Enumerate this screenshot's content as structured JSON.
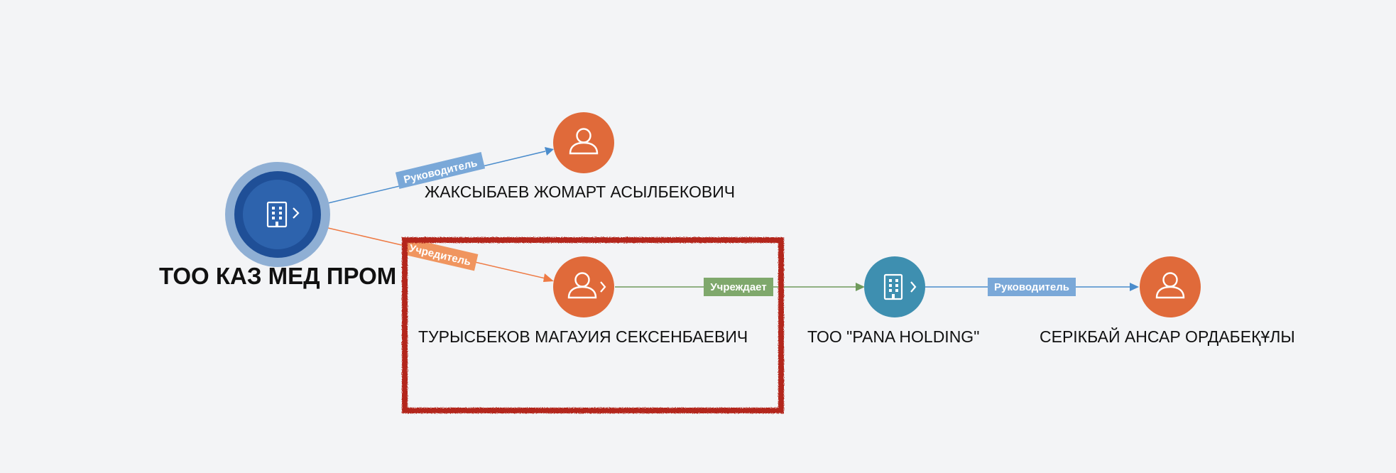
{
  "colors": {
    "background": "#f3f4f6",
    "person_node": "#e06a3a",
    "company_node": "#3e8fb0",
    "main_node_inner": "#2d63ad",
    "main_node_ring": "#1f4f97",
    "main_node_halo": "#8fafd4",
    "edge_leader": "#4a8ccc",
    "edge_leader_label": "#7aa8d8",
    "edge_founder": "#ee7a44",
    "edge_founder_label": "#f0955f",
    "edge_founds": "#6f9a5c",
    "edge_founds_label": "#7fa86c",
    "highlight_box": "#b3261e"
  },
  "nodes": {
    "main": {
      "label": "ТОО КАЗ МЕД ПРОМ",
      "icon": "building-icon",
      "expand": "chevron-right-icon"
    },
    "zhaksybaev": {
      "label": "ЖАКСЫБАЕВ ЖОМАРТ АСЫЛБЕКОВИЧ",
      "icon": "person-icon"
    },
    "turysbekov": {
      "label": "ТУРЫСБЕКОВ МАГАУИЯ СЕКСЕНБАЕВИЧ",
      "icon": "person-icon",
      "expand": "chevron-right-icon"
    },
    "pana": {
      "label": "ТОО \"PANA HOLDING\"",
      "icon": "building-icon",
      "expand": "chevron-right-icon"
    },
    "serikbai": {
      "label": "СЕРІКБАЙ АНСАР ОРДАБЕҚҰЛЫ",
      "icon": "person-icon"
    }
  },
  "edges": {
    "main_to_zhaksybaev": "Руководитель",
    "main_to_turysbekov": "Учредитель",
    "turysbekov_to_pana": "Учреждает",
    "pana_to_serikbai": "Руководитель"
  }
}
